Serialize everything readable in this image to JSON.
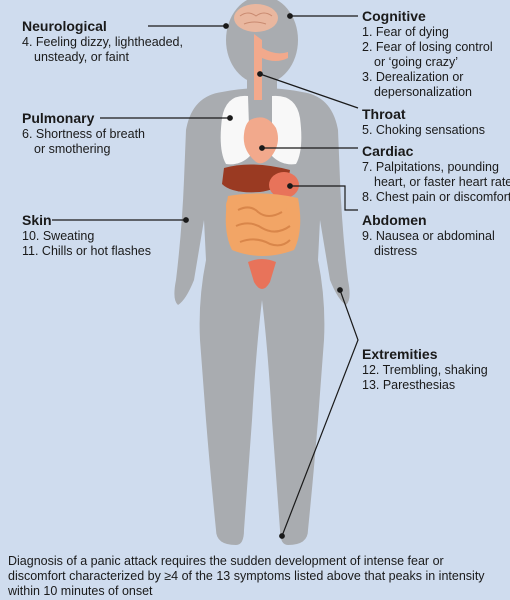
{
  "colors": {
    "background": "#cfdcee",
    "body_silhouette": "#a9acb0",
    "leader_line": "#1a1a1a",
    "heart": "#f2a98c",
    "lungs": "#f8f8f8",
    "brain": "#e9b79f",
    "liver": "#9a3a22",
    "intestines": "#f2a566",
    "stomach": "#e8735a"
  },
  "groups": {
    "neurological": {
      "heading": "Neurological",
      "items": [
        "4. Feeling dizzy, lightheaded,",
        "unsteady, or faint"
      ]
    },
    "pulmonary": {
      "heading": "Pulmonary",
      "items": [
        "6. Shortness of breath",
        "or smothering"
      ]
    },
    "skin": {
      "heading": "Skin",
      "items": [
        "10. Sweating",
        "11. Chills or hot flashes"
      ]
    },
    "cognitive": {
      "heading": "Cognitive",
      "items": [
        "1. Fear of dying",
        "2. Fear of losing control",
        "or ‘going crazy’",
        "3. Derealization or",
        "depersonalization"
      ]
    },
    "throat": {
      "heading": "Throat",
      "items": [
        "5. Choking sensations"
      ]
    },
    "cardiac": {
      "heading": "Cardiac",
      "items": [
        "7. Palpitations, pounding",
        "heart, or faster heart rate",
        "8. Chest pain or discomfort"
      ]
    },
    "abdomen": {
      "heading": "Abdomen",
      "items": [
        "9. Nausea or abdominal",
        "distress"
      ]
    },
    "extremities": {
      "heading": "Extremities",
      "items": [
        "12. Trembling, shaking",
        "13. Paresthesias"
      ]
    }
  },
  "caption": "Diagnosis of a panic attack requires the sudden development of intense fear or discomfort characterized by ≥4 of the 13 symptoms listed above that peaks in intensity within 10 minutes of onset"
}
